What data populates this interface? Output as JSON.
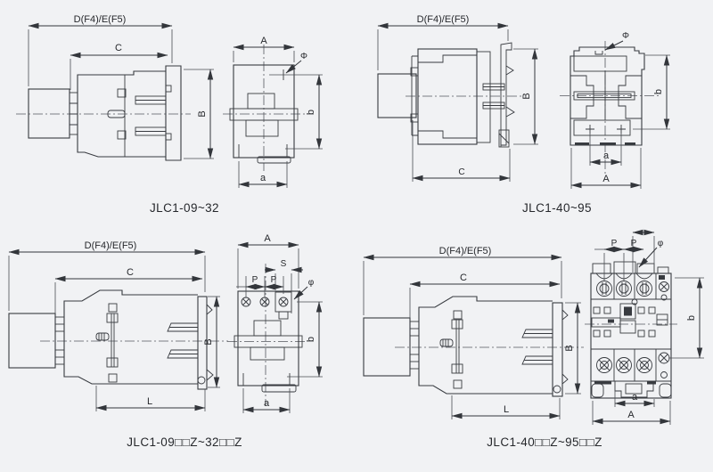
{
  "page": {
    "background": "#f1f2f4",
    "line_color": "#383b40",
    "text_color": "#26282c",
    "description": "Overall and mounting dimension drawings of JLC1 series AC contactors"
  },
  "panels": {
    "p1": {
      "caption": "JLC1-09~32",
      "labels": {
        "d": "D(F4)/E(F5)",
        "c": "C",
        "B": "B",
        "A": "A",
        "phi": "Φ",
        "b": "b",
        "a": "a"
      }
    },
    "p2": {
      "caption": "JLC1-40~95",
      "labels": {
        "d": "D(F4)/E(F5)",
        "c": "C",
        "B": "B",
        "A": "A",
        "phi": "Φ",
        "b": "b",
        "a": "a"
      }
    },
    "p3": {
      "caption": "JLC1-09□□Z~32□□Z",
      "labels": {
        "d": "D(F4)/E(F5)",
        "c": "C",
        "B": "B",
        "L": "L",
        "A": "A",
        "S": "S",
        "p_left": "P",
        "p_right": "P",
        "phi": "φ",
        "b": "b",
        "a": "a"
      }
    },
    "p4": {
      "caption": "JLC1-40□□Z~95□□Z",
      "labels": {
        "d": "D(F4)/E(F5)",
        "c": "C",
        "B": "B",
        "L": "L",
        "A": "A",
        "p_left": "P",
        "p_right": "P",
        "phi": "φ",
        "b": "b",
        "a": "a"
      }
    }
  }
}
